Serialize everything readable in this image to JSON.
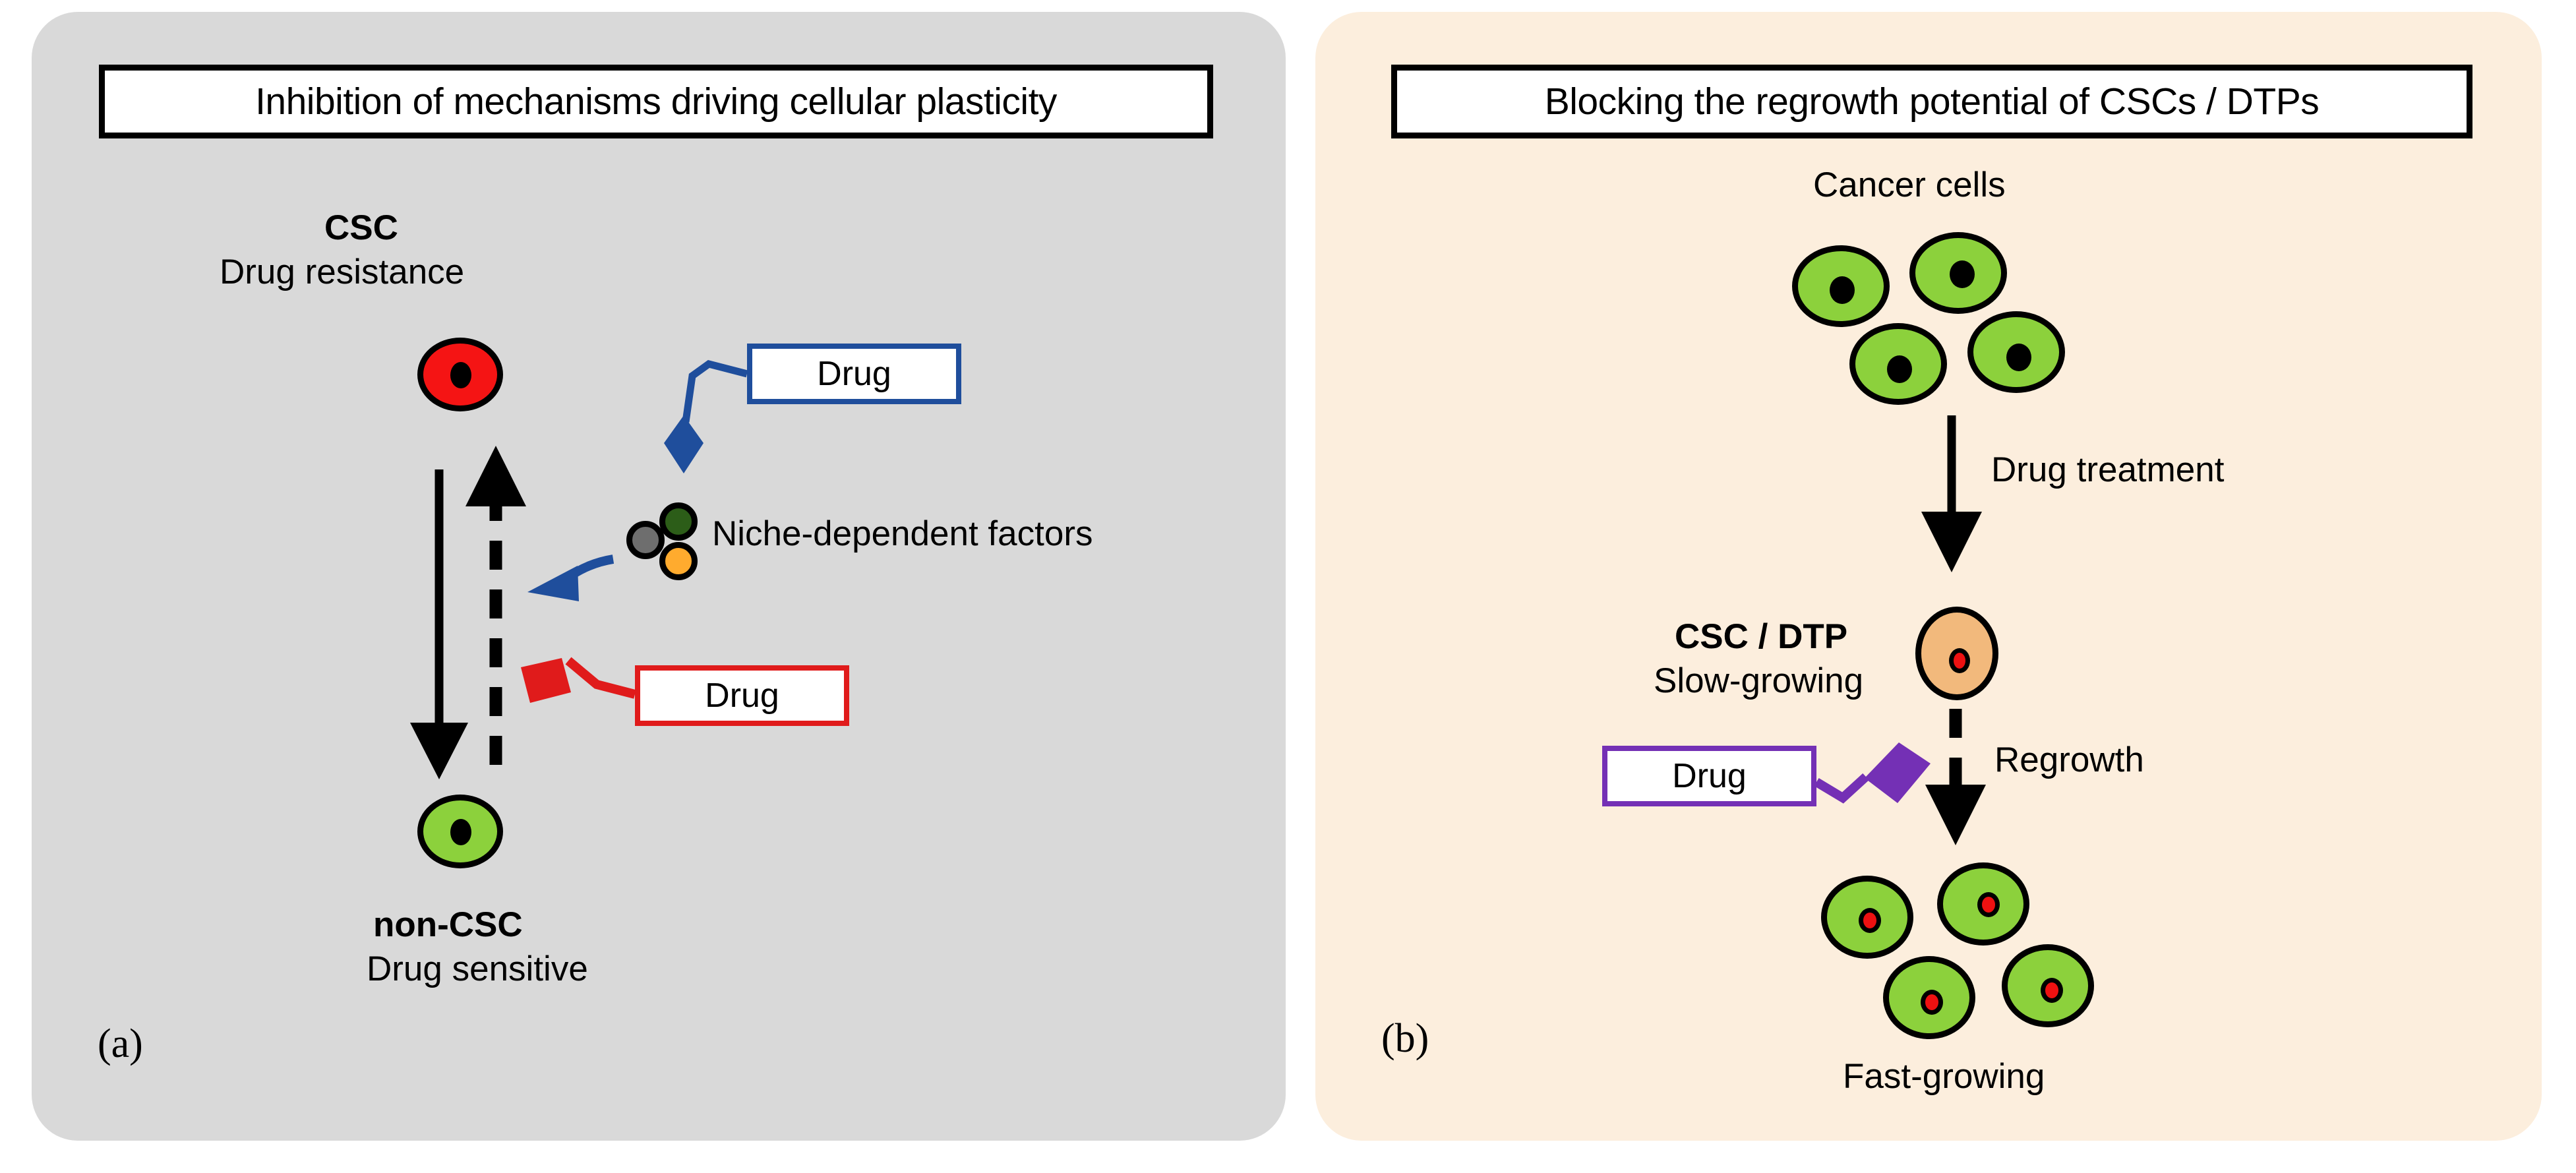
{
  "figure": {
    "panels": [
      {
        "tag": "(a)",
        "title": "Inhibition of mechanisms driving cellular plasticity",
        "background_color": "#d9d9d9",
        "labels": {
          "csc_name": "CSC",
          "csc_sub": "Drug resistance",
          "noncsc_name": "non-CSC",
          "noncsc_sub": "Drug sensitive",
          "niche": "Niche-dependent factors",
          "drug_blue": "Drug",
          "drug_red": "Drug"
        },
        "cells": [
          {
            "name": "csc-cell",
            "fill": "#f51414",
            "nucleus": "#000000"
          },
          {
            "name": "non-csc-cell",
            "fill": "#8cd13c",
            "nucleus": "#000000"
          }
        ],
        "niche_factor_colors": [
          "#6e6e6e",
          "#2c5d18",
          "#ffab2e"
        ],
        "accent_blue": "#1f4e9c",
        "accent_red": "#e01b1b"
      },
      {
        "tag": "(b)",
        "title": "Blocking the regrowth potential of CSCs / DTPs",
        "background_color": "#fceedd",
        "labels": {
          "cancer_cells": "Cancer cells",
          "drug_treatment": "Drug treatment",
          "cscdtp_name": "CSC / DTP",
          "cscdtp_sub": "Slow-growing",
          "drug_purple": "Drug",
          "regrowth": "Regrowth",
          "fast_growing": "Fast-growing"
        },
        "cells": [
          {
            "name": "cancer-cell",
            "fill": "#8cd13c",
            "nucleus": "#000000",
            "count": 4
          },
          {
            "name": "csc-dtp-cell",
            "fill": "#f2b97c",
            "nucleus": "#ee1111",
            "count": 1
          },
          {
            "name": "regrown-cell",
            "fill": "#8cd13c",
            "nucleus": "#ee1111",
            "count": 4
          }
        ],
        "accent_purple": "#7430b5"
      }
    ]
  }
}
